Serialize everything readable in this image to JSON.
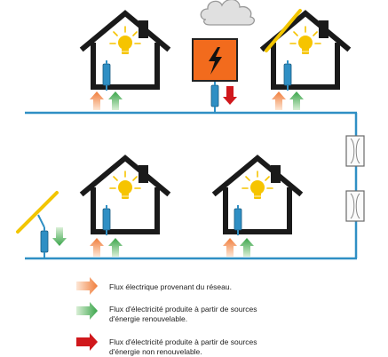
{
  "colors": {
    "grid_line": "#2f8fc4",
    "house_outline": "#1a1a1a",
    "bulb": "#f6c400",
    "bulb_glow": "#f6c400",
    "meter_body": "#2f8fc4",
    "transformer_fill": "#f26b1d",
    "transformer_border": "#222222",
    "lightning": "#111111",
    "cloud_fill": "#e0e0e0",
    "cloud_stroke": "#999999",
    "solar_panel": "#f2c500",
    "arrow_grid": "#f07c3a",
    "arrow_renewable": "#3aa54a",
    "arrow_nonrenewable": "#d0181c",
    "storage_fill": "#fbfbfb",
    "storage_border": "#6a6a6a"
  },
  "icons": {
    "house": "house-outline-icon",
    "bulb": "light-bulb-icon",
    "meter": "electric-meter-icon",
    "transformer": "high-voltage-transformer-icon",
    "cloud": "storm-cloud-icon",
    "solar": "solar-panel-icon",
    "storage": "battery-storage-icon"
  },
  "legend": [
    {
      "key": "grid",
      "text": "Flux électrique provenant du réseau."
    },
    {
      "key": "renewable",
      "line1": "Flux d'électricité produite à partir de sources",
      "line2": "d'énergie renouvelable."
    },
    {
      "key": "nonrenewable",
      "line1": "Flux d'électricité produite à partir de sources",
      "line2": "d'énergie non renouvelable."
    }
  ]
}
